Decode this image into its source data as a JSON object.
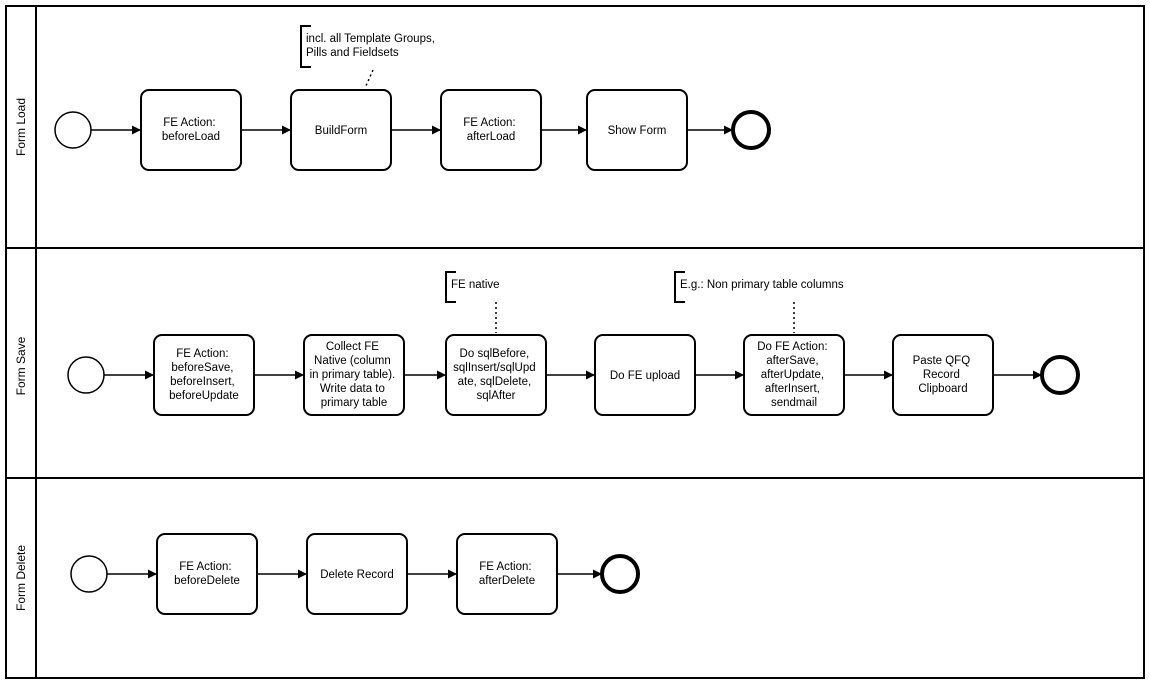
{
  "lanes": [
    {
      "label": "Form Load",
      "tasks": [
        {
          "lines": [
            "FE Action:",
            "beforeLoad"
          ]
        },
        {
          "lines": [
            "BuildForm"
          ]
        },
        {
          "lines": [
            "FE Action:",
            "afterLoad"
          ]
        },
        {
          "lines": [
            "Show Form"
          ]
        }
      ],
      "annotations": [
        {
          "lines": [
            "incl. all Template Groups,",
            "Pills and Fieldsets"
          ],
          "task_index": 1
        }
      ]
    },
    {
      "label": "Form Save",
      "tasks": [
        {
          "lines": [
            "FE Action:",
            "beforeSave,",
            "beforeInsert,",
            "beforeUpdate"
          ]
        },
        {
          "lines": [
            "Collect FE",
            "Native (column",
            "in primary table).",
            "Write data to",
            "primary table"
          ]
        },
        {
          "lines": [
            "Do sqlBefore,",
            "sqlInsert/sqlUpd",
            "ate, sqlDelete,",
            "sqlAfter"
          ]
        },
        {
          "lines": [
            "Do FE upload"
          ]
        },
        {
          "lines": [
            "Do FE Action:",
            "afterSave,",
            "afterUpdate,",
            "afterInsert,",
            "sendmail"
          ]
        },
        {
          "lines": [
            "Paste QFQ",
            "Record",
            "Clipboard"
          ]
        }
      ],
      "annotations": [
        {
          "lines": [
            "FE native"
          ],
          "task_index": 2
        },
        {
          "lines": [
            "E.g.: Non primary table columns"
          ],
          "task_index": 4
        }
      ]
    },
    {
      "label": "Form Delete",
      "tasks": [
        {
          "lines": [
            "FE Action:",
            "beforeDelete"
          ]
        },
        {
          "lines": [
            "Delete Record"
          ]
        },
        {
          "lines": [
            "FE Action:",
            "afterDelete"
          ]
        }
      ],
      "annotations": []
    }
  ]
}
